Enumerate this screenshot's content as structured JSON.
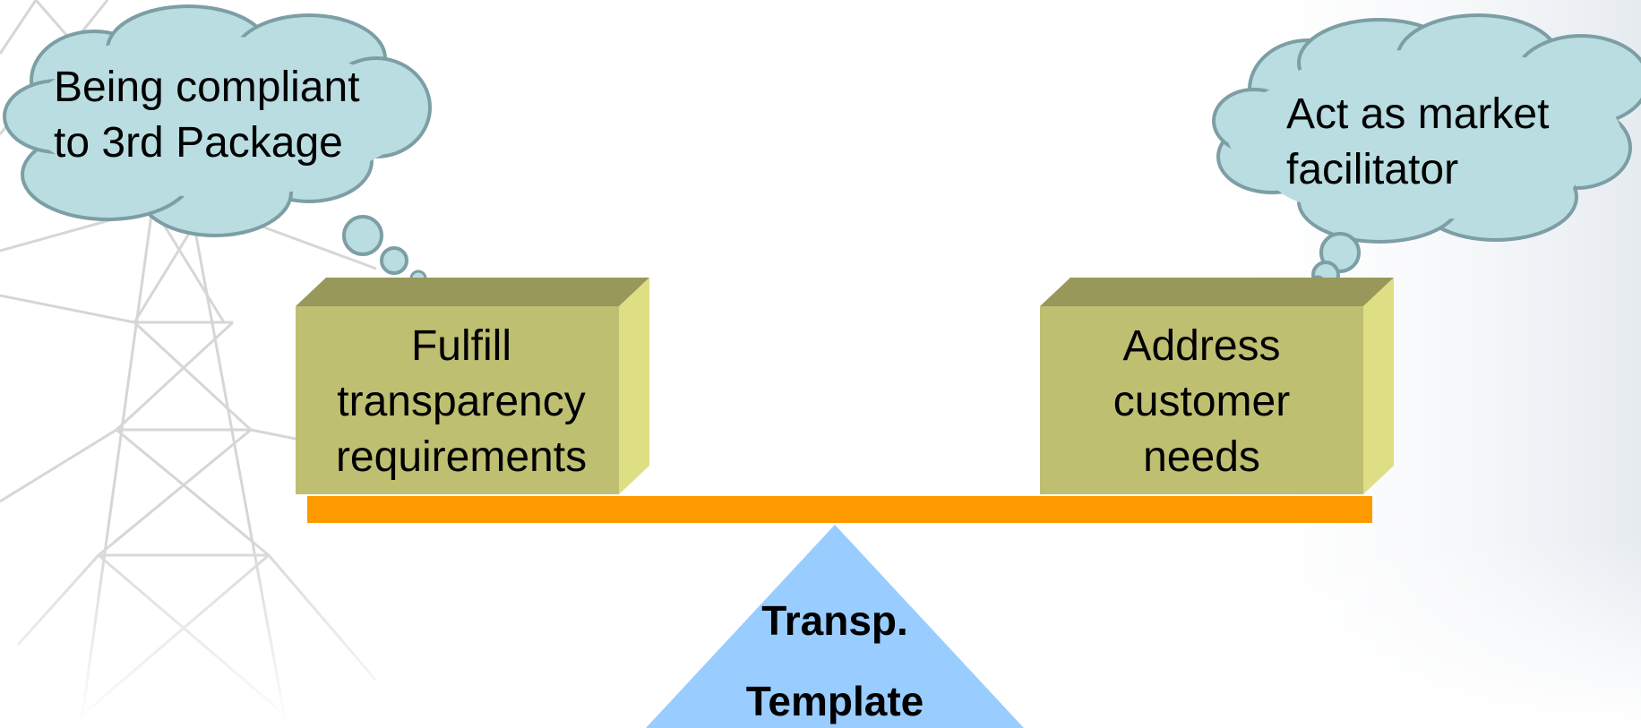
{
  "thought_left": {
    "line1": "Being compliant",
    "line2": "to 3rd Package"
  },
  "thought_right": {
    "line1": "Act as market",
    "line2": "facilitator"
  },
  "box_left": {
    "line1": "Fulfill",
    "line2": "transparency",
    "line3": "requirements"
  },
  "box_right": {
    "line1": "Address",
    "line2": "customer",
    "line3": "needs"
  },
  "fulcrum": {
    "line1": "Transp.",
    "line2": "Template"
  },
  "colors": {
    "cloud_fill": "#b9dde1",
    "cloud_stroke": "#7c9ea4",
    "box_front": "#bfbf72",
    "box_top": "#98985a",
    "box_side": "#dede85",
    "beam": "#ff9900",
    "fulcrum": "#99ccff"
  }
}
